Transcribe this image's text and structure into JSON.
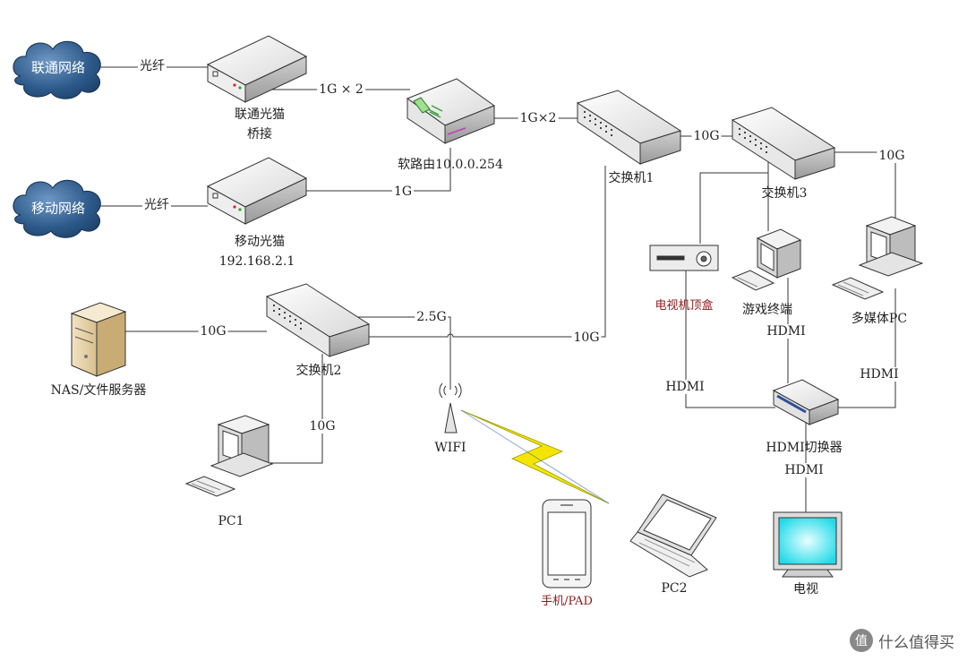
{
  "nodes": {
    "unicom_network": "联通网络",
    "mobile_network": "移动网络",
    "unicom_modem": [
      "联通光猫",
      "桥接"
    ],
    "mobile_modem": [
      "移动光猫",
      "192.168.2.1"
    ],
    "soft_router": "软路由10.0.0.254",
    "switch1": "交换机1",
    "switch2": "交换机2",
    "switch3": "交换机3",
    "nas": "NAS/文件服务器",
    "pc1": "PC1",
    "wifi": "WIFI",
    "phone_pad": "手机/PAD",
    "pc2": "PC2",
    "tv_box": "电视机顶盒",
    "game_terminal": "游戏终端",
    "media_pc": "多媒体PC",
    "hdmi_switch": "HDMI切换器",
    "tv": "电视"
  },
  "links": {
    "fiber_unicom": "光纤",
    "fiber_mobile": "光纤",
    "unicom_router": "1G × 2",
    "mobile_router": "1G",
    "router_switch1": "1G×2",
    "switch1_switch3": "10G",
    "switch3_mediapc": "10G",
    "nas_switch2": "10G",
    "switch2_wifi": "2.5G",
    "switch2_switch1": "10G",
    "switch2_pc1": "10G",
    "game_hdmi": "HDMI",
    "tvbox_hdmi": "HDMI",
    "mediapc_hdmi": "HDMI",
    "hdmi_tv": "HDMI"
  },
  "watermark": {
    "icon": "值",
    "text": "什么值得买"
  },
  "colors": {
    "cloud": "#2d5a8a",
    "line": "#333333",
    "lightning": "#f4e400",
    "tv_screen": "#35e6f0"
  }
}
